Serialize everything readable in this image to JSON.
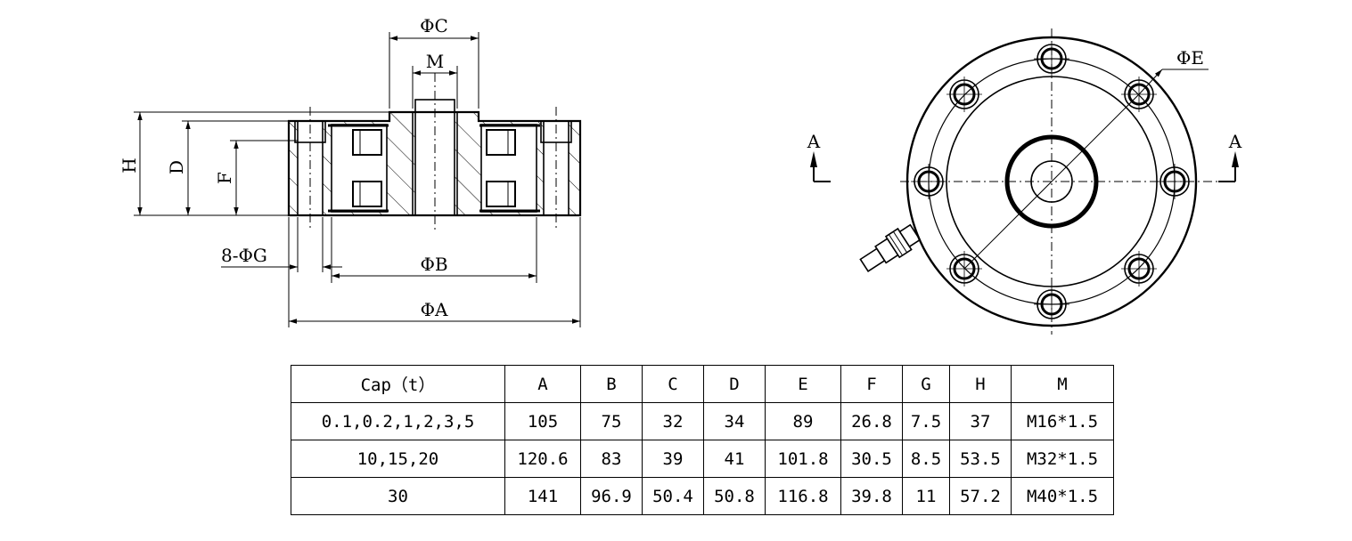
{
  "labels": {
    "dia_c": "ΦC",
    "m": "M",
    "h": "H",
    "d": "D",
    "f": "F",
    "g": "8-ΦG",
    "dia_b": "ΦB",
    "dia_a": "ΦA",
    "dia_e": "ΦE",
    "section_left": "A",
    "section_right": "A"
  },
  "table": {
    "headers": [
      "Cap（t）",
      "A",
      "B",
      "C",
      "D",
      "E",
      "F",
      "G",
      "H",
      "M"
    ],
    "rows": [
      [
        "0.1,0.2,1,2,3,5",
        "105",
        "75",
        "32",
        "34",
        "89",
        "26.8",
        "7.5",
        "37",
        "M16*1.5"
      ],
      [
        "10,15,20",
        "120.6",
        "83",
        "39",
        "41",
        "101.8",
        "30.5",
        "8.5",
        "53.5",
        "M32*1.5"
      ],
      [
        "30",
        "141",
        "96.9",
        "50.4",
        "50.8",
        "116.8",
        "39.8",
        "11",
        "57.2",
        "M40*1.5"
      ]
    ]
  }
}
